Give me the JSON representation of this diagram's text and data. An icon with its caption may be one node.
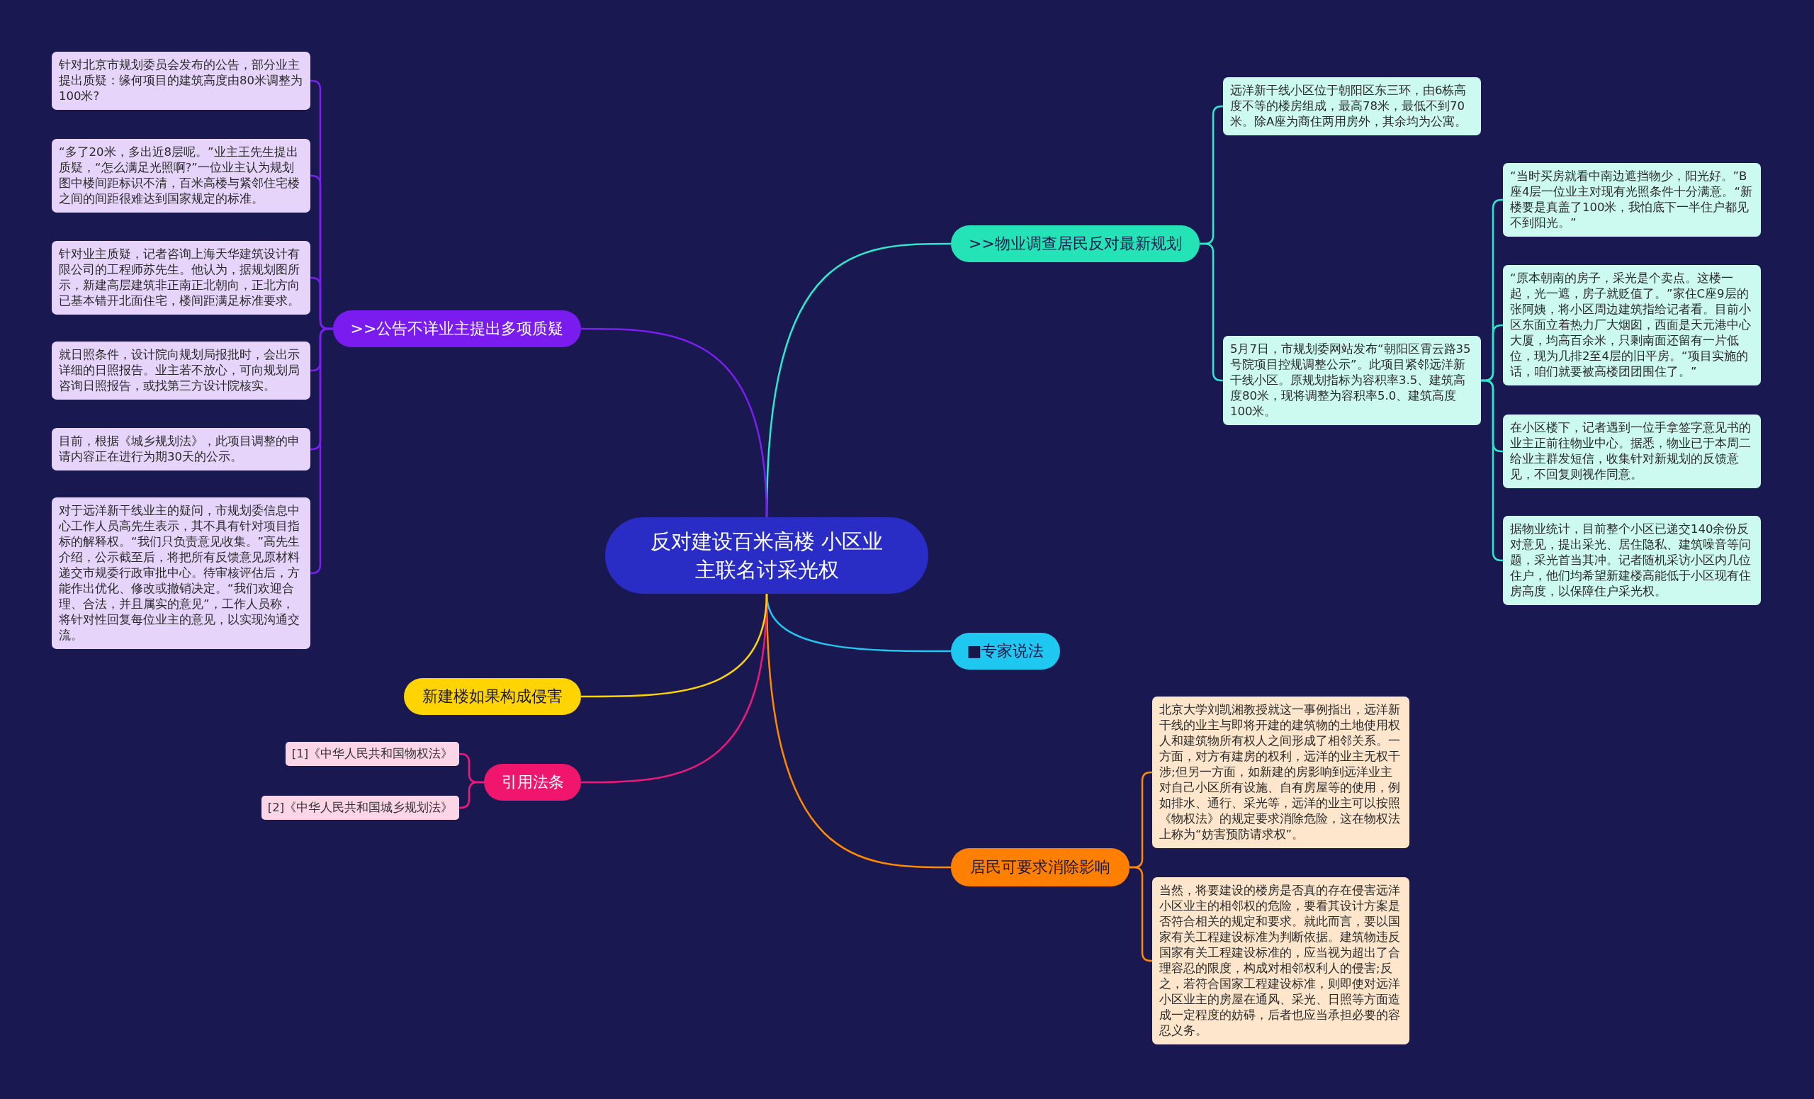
{
  "diagram": {
    "nodes": [
      {
        "text": [
          "反对建设百米高楼 小区业主联名讨采光权"
        ]
      },
      {
        "text": [
          ">>物业调查居民反对最新规划"
        ]
      },
      {
        "text": [
          "远洋新干线小区位于朝阳区东三环，由6栋高度不等的楼房组成，最高78米，最低不到70米。除A座为商住两用房外，其余均为公寓。"
        ]
      },
      {
        "text": [
          "5月7日，市规划委网站发布“朝阳区霄云路35号院项目控规调整公示”。此项目紧邻远洋新干线小区。原规划指标为容积率3.5、建筑高度80米，现将调整为容积率5.0、建筑高度100米。"
        ]
      },
      {
        "text": [
          "“当时买房就看中南边遮挡物少，阳光好。”B座4层一位业主对现有光照条件十分满意。“新楼要是真盖了100米，我怕底下一半住户都见不到阳光。”"
        ]
      },
      {
        "text": [
          "“原本朝南的房子，采光是个卖点。这楼一起，光一遮，房子就贬值了。”家住C座9层的张阿姨，将小区周边建筑指给记者看。目前小区东面立着热力厂大烟囱，西面是天元港中心大厦，均高百余米，只剩南面还留有一片低位，现为几排2至4层的旧平房。“项目实施的话，咱们就要被高楼团团围住了。”"
        ]
      },
      {
        "text": [
          "在小区楼下，记者遇到一位手拿签字意见书的业主正前往物业中心。据悉，物业已于本周二给业主群发短信，收集针对新规划的反馈意见，不回复则视作同意。"
        ]
      },
      {
        "text": [
          "据物业统计，目前整个小区已递交140余份反对意见，提出采光、居住隐私、建筑噪音等问题，采光首当其冲。记者随机采访小区内几位住户，他们均希望新建楼高能低于小区现有住房高度，以保障住户采光权。"
        ]
      },
      {
        "text": [
          "■专家说法"
        ]
      },
      {
        "text": [
          "居民可要求消除影响"
        ]
      },
      {
        "text": [
          "北京大学刘凯湘教授就这一事例指出，远洋新干线的业主与即将开建的建筑物的土地使用权人和建筑物所有权人之间形成了相邻关系。一方面，对方有建房的权利，远洋的业主无权干涉;但另一方面，如新建的房影响到远洋业主对自己小区所有设施、自有房屋等的使用，例如排水、通行、采光等，远洋的业主可以按照《物权法》的规定要求消除危险，这在物权法上称为“妨害预防请求权”。"
        ]
      },
      {
        "text": [
          "当然，将要建设的楼房是否真的存在侵害远洋小区业主的相邻权的危险，要看其设计方案是否符合相关的规定和要求。就此而言，要以国家有关工程建设标准为判断依据。建筑物违反国家有关工程建设标准的，应当视为超出了合理容忍的限度，构成对相邻权利人的侵害;反之，若符合国家工程建设标准，则即使对远洋小区业主的房屋在通风、采光、日照等方面造成一定程度的妨碍，后者也应当承担必要的容忍义务。"
        ]
      },
      {
        "text": [
          "引用法条"
        ]
      },
      {
        "text": [
          "[1]《中华人民共和国物权法》"
        ]
      },
      {
        "text": [
          "[2]《中华人民共和国城乡规划法》"
        ]
      },
      {
        "text": [
          "新建楼如果构成侵害"
        ]
      },
      {
        "text": [
          ">>公告不详业主提出多项质疑"
        ]
      },
      {
        "text": [
          "针对北京市规划委员会发布的公告，部分业主提出质疑：缘何项目的建筑高度由80米调整为100米?"
        ]
      },
      {
        "text": [
          "“多了20米，多出近8层呢。”业主王先生提出质疑，“怎么满足光照啊?”一位业主认为规划图中楼间距标识不清，百米高楼与紧邻住宅楼之间的间距很难达到国家规定的标准。"
        ]
      },
      {
        "text": [
          "针对业主质疑，记者咨询上海天华建筑设计有限公司的工程师苏先生。他认为，据规划图所示，新建高层建筑非正南正北朝向，正北方向已基本错开北面住宅，楼间距满足标准要求。"
        ]
      },
      {
        "text": [
          "就日照条件，设计院向规划局报批时，会出示详细的日照报告。业主若不放心，可向规划局咨询日照报告，或找第三方设计院核实。"
        ]
      },
      {
        "text": [
          "目前，根据《城乡规划法》，此项目调整的申请内容正在进行为期30天的公示。"
        ]
      },
      {
        "text": [
          "对于远洋新干线业主的疑问，市规划委信息中心工作人员高先生表示，其不具有针对项目指标的解释权。“我们只负责意见收集。”高先生介绍，公示截至后，将把所有反馈意见原材料递交市规委行政审批中心。待审核评估后，方能作出优化、修改或撤销决定。“我们欢迎合理、合法，并且属实的意见”，工作人员称，将针对性回复每位业主的意见，以实现沟通交流。"
        ]
      }
    ],
    "edges": [
      {
        "from": 0,
        "to": 1,
        "arrow": "none",
        "color": "#2ee8cc"
      },
      {
        "from": 1,
        "to": 2,
        "arrow": "none",
        "color": "#2ee8cc"
      },
      {
        "from": 1,
        "to": 3,
        "arrow": "none",
        "color": "#2ee8cc"
      },
      {
        "from": 3,
        "to": 4,
        "arrow": "none",
        "color": "#2ee8cc"
      },
      {
        "from": 3,
        "to": 5,
        "arrow": "none",
        "color": "#2ee8cc"
      },
      {
        "from": 3,
        "to": 6,
        "arrow": "none",
        "color": "#2ee8cc"
      },
      {
        "from": 3,
        "to": 7,
        "arrow": "none",
        "color": "#2ee8cc"
      },
      {
        "from": 0,
        "to": 8,
        "arrow": "none",
        "color": "#22c8f0"
      },
      {
        "from": 0,
        "to": 9,
        "arrow": "none",
        "color": "#ff8a00"
      },
      {
        "from": 9,
        "to": 10,
        "arrow": "none",
        "color": "#ff8a00"
      },
      {
        "from": 9,
        "to": 11,
        "arrow": "none",
        "color": "#ff8a00"
      },
      {
        "from": 0,
        "to": 12,
        "arrow": "none",
        "color": "#f0187a"
      },
      {
        "from": 12,
        "to": 13,
        "arrow": "none",
        "color": "#f0187a"
      },
      {
        "from": 12,
        "to": 14,
        "arrow": "none",
        "color": "#f0187a"
      },
      {
        "from": 0,
        "to": 15,
        "arrow": "none",
        "color": "#ffd500"
      },
      {
        "from": 0,
        "to": 16,
        "arrow": "none",
        "color": "#7a1ff0"
      },
      {
        "from": 16,
        "to": 17,
        "arrow": "none",
        "color": "#7a1ff0"
      },
      {
        "from": 16,
        "to": 18,
        "arrow": "none",
        "color": "#7a1ff0"
      },
      {
        "from": 16,
        "to": 19,
        "arrow": "none",
        "color": "#7a1ff0"
      },
      {
        "from": 16,
        "to": 20,
        "arrow": "none",
        "color": "#7a1ff0"
      },
      {
        "from": 16,
        "to": 21,
        "arrow": "none",
        "color": "#7a1ff0"
      },
      {
        "from": 16,
        "to": 22,
        "arrow": "none",
        "color": "#7a1ff0"
      }
    ]
  }
}
